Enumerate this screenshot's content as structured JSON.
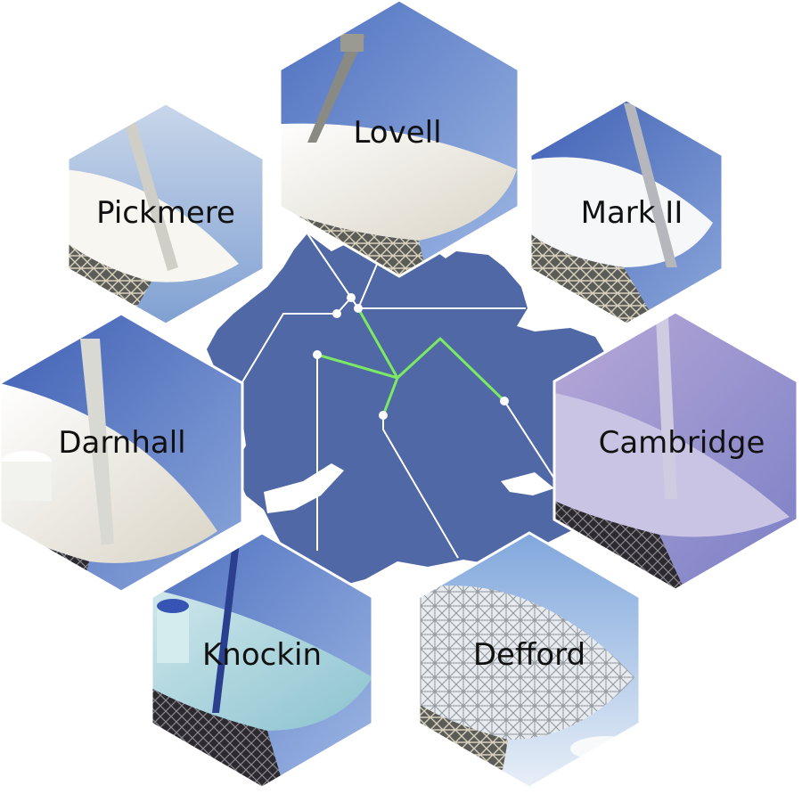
{
  "colors": {
    "map_fill": "#5068a6",
    "network_line": "#ffffff",
    "highlight_line": "#7bea62",
    "sky_top": "#5a79c0",
    "sky_bottom": "#a9c0e6",
    "dish": "#f2efe6",
    "steel": "#3a3a3a"
  },
  "telescopes": [
    {
      "id": "lovell",
      "name": "Lovell"
    },
    {
      "id": "mark-ii",
      "name": "Mark II"
    },
    {
      "id": "pickmere",
      "name": "Pickmere"
    },
    {
      "id": "darnhall",
      "name": "Darnhall"
    },
    {
      "id": "cambridge",
      "name": "Cambridge"
    },
    {
      "id": "knockin",
      "name": "Knockin"
    },
    {
      "id": "defford",
      "name": "Defford"
    }
  ]
}
